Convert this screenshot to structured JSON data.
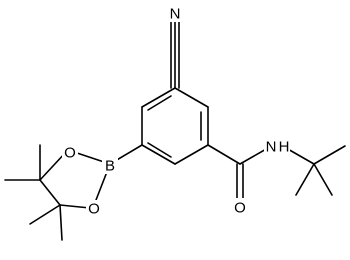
{
  "molecule": {
    "atoms": {
      "nitrile_n": "N",
      "amide_n": "N",
      "amide_h": "H",
      "carbonyl_o": "O",
      "boron": "B",
      "ring_o_top": "O",
      "ring_o_bottom": "O"
    }
  }
}
